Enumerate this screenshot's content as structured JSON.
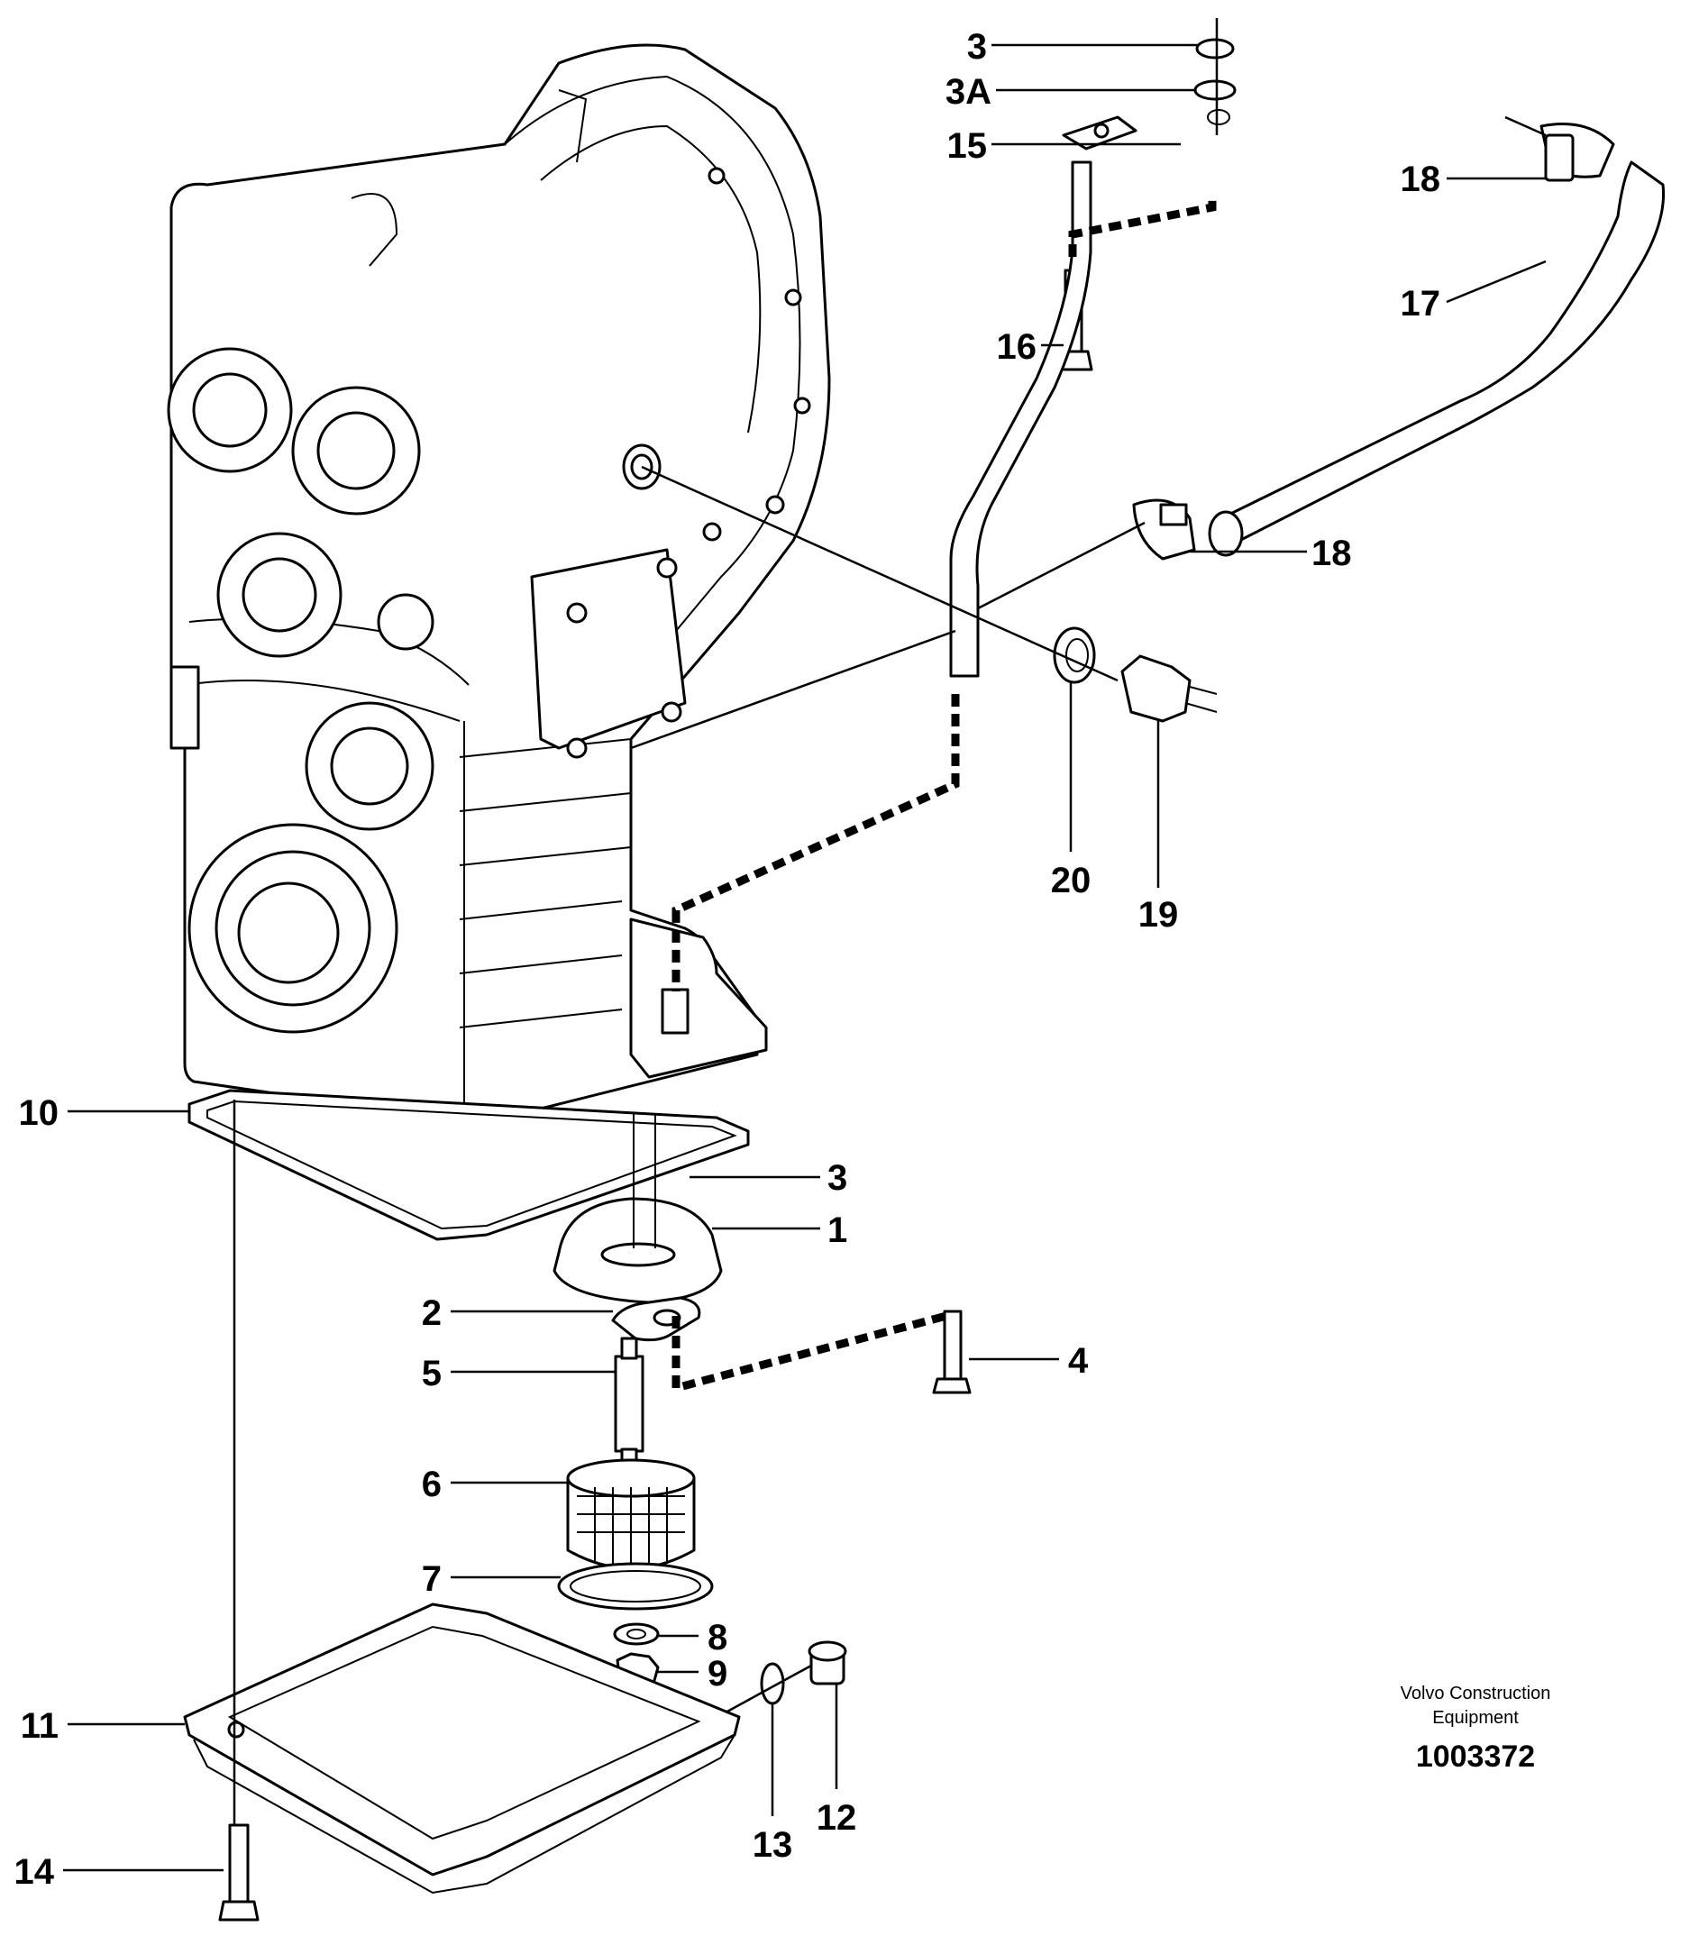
{
  "callouts": [
    {
      "id": "c3-top",
      "text": "3"
    },
    {
      "id": "c3a",
      "text": "3A"
    },
    {
      "id": "c15",
      "text": "15"
    },
    {
      "id": "c18-top",
      "text": "18"
    },
    {
      "id": "c17",
      "text": "17"
    },
    {
      "id": "c16",
      "text": "16"
    },
    {
      "id": "c18-mid",
      "text": "18"
    },
    {
      "id": "c20",
      "text": "20"
    },
    {
      "id": "c19",
      "text": "19"
    },
    {
      "id": "c10",
      "text": "10"
    },
    {
      "id": "c3-mid",
      "text": "3"
    },
    {
      "id": "c1",
      "text": "1"
    },
    {
      "id": "c2",
      "text": "2"
    },
    {
      "id": "c4",
      "text": "4"
    },
    {
      "id": "c5",
      "text": "5"
    },
    {
      "id": "c6",
      "text": "6"
    },
    {
      "id": "c7",
      "text": "7"
    },
    {
      "id": "c8",
      "text": "8"
    },
    {
      "id": "c9",
      "text": "9"
    },
    {
      "id": "c11",
      "text": "11"
    },
    {
      "id": "c12",
      "text": "12"
    },
    {
      "id": "c13",
      "text": "13"
    },
    {
      "id": "c14",
      "text": "14"
    }
  ],
  "credit": {
    "line1": "Volvo Construction",
    "line2": "Equipment",
    "doc_number": "1003372"
  }
}
